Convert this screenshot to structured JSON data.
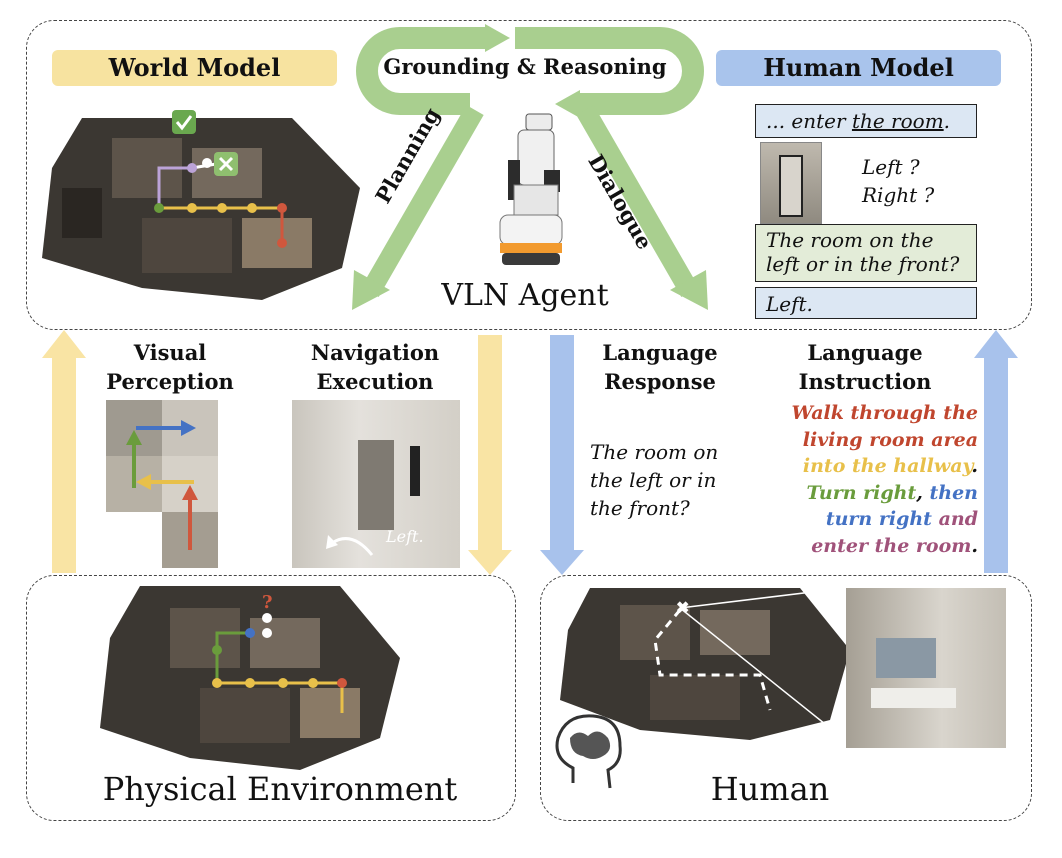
{
  "top": {
    "world_model": "World Model",
    "human_model": "Human Model",
    "grounding": "Grounding & Reasoning",
    "planning": "Planning",
    "dialogue": "Dialogue",
    "agent": "VLN Agent"
  },
  "middle": {
    "visual_perception": [
      "Visual",
      "Perception"
    ],
    "navigation_execution": [
      "Navigation",
      "Execution"
    ],
    "language_response": [
      "Language",
      "Response"
    ],
    "language_instruction": [
      "Language",
      "Instruction"
    ],
    "response_text": [
      "The room on",
      "the left or in",
      "the front?"
    ],
    "nav_label": "Left.",
    "instruction": [
      {
        "text": "Walk through the",
        "color": "#c0462e"
      },
      {
        "text": "living room area",
        "color": "#c0462e"
      },
      {
        "text": "into the hallway",
        "color": "#e8c04a",
        "suffix": "."
      },
      {
        "text": "Turn right",
        "color": "#6a9c3c",
        "suffix": ", ",
        "text2": "then",
        "color2": "#4472c4"
      },
      {
        "text": "turn right",
        "color": "#4472c4",
        "text2": " and",
        "color2": "#a0527a"
      },
      {
        "text": "enter the room",
        "color": "#a0527a",
        "suffix": "."
      }
    ]
  },
  "dialogue": {
    "b1_prefix": "... enter ",
    "b1_underline": "the room",
    "b1_suffix": ".",
    "left_q": "Left ?",
    "right_q": "Right ?",
    "b2": [
      "The room on the",
      "left or in the front?"
    ],
    "b3": "Left."
  },
  "bottom": {
    "physical": "Physical Environment",
    "human": "Human"
  },
  "colors": {
    "yellow": "#f9e4a4",
    "blue": "#a8c2ec",
    "green": "#a9cf8f",
    "yellow_pill": "#f7e3a0",
    "blue_pill": "#a9c4ec"
  },
  "icons": [
    "check-icon",
    "cross-icon",
    "question-icon",
    "brain-icon",
    "robot-icon"
  ]
}
